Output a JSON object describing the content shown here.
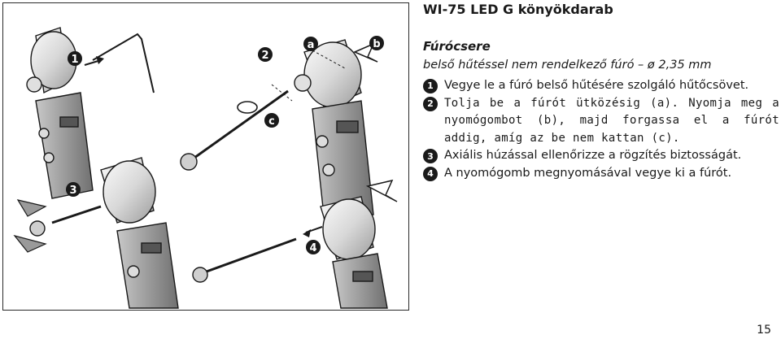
{
  "document": {
    "title": "WI-75 LED G könyökdarab",
    "section_title": "Fúrócsere",
    "section_subtitle": "belső hűtéssel nem rendelkező fúró – ø 2,35 mm",
    "steps": [
      {
        "number": "1",
        "text": "Vegye le a fúró belső hűtésére szolgáló hűtőcsövet."
      },
      {
        "number": "2",
        "text": "Tolja be a fúrót ütközésig (a). Nyomja meg a nyomógombot (b), majd forgassa el a fúrót addig, amíg az be nem kattan (c)."
      },
      {
        "number": "3",
        "text": "Axiális húzással ellenőrizze a rögzítés biztosságát."
      },
      {
        "number": "4",
        "text": "A nyomógomb megnyomásával vegye ki a fúrót."
      }
    ],
    "page_number": "15"
  },
  "figure": {
    "callouts": [
      "1",
      "2",
      "3",
      "4"
    ],
    "letters": [
      "a",
      "b",
      "c"
    ],
    "colors": {
      "ink": "#1a1a1a",
      "metal": "#e6e6e6",
      "shade": "#9a9a9a"
    }
  }
}
